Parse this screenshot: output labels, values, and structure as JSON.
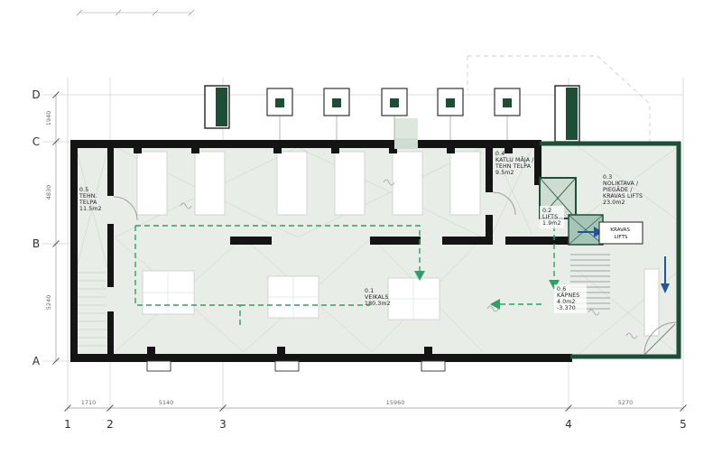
{
  "grid": {
    "rows": [
      "D",
      "C",
      "B",
      "A"
    ],
    "cols": [
      "1",
      "2",
      "3",
      "4",
      "5"
    ]
  },
  "dims": {
    "left": [
      "1940",
      "4830",
      "5240"
    ],
    "bottom": [
      "1710",
      "5140",
      "15960",
      "5270"
    ]
  },
  "rooms": {
    "r01": {
      "lines": [
        "0.1",
        "VEIKALS",
        "180.3m2"
      ]
    },
    "r02": {
      "lines": [
        "0.2",
        "LIFTS",
        "1.9m2"
      ]
    },
    "r03": {
      "lines": [
        "0.3",
        "NOLIKTAVA /",
        "PIEGĀDE /",
        "KRAVAS LIFTS",
        "23.0m2"
      ]
    },
    "r04": {
      "lines": [
        "0.4",
        "KATLU MĀJA /",
        "TEHN TELPA",
        "9.5m2"
      ]
    },
    "r05": {
      "lines": [
        "0.5",
        "TEHN.",
        "TELPA",
        "11.5m2"
      ]
    },
    "r06": {
      "lines": [
        "0.6",
        "KĀPNES",
        "4.0m2",
        "-3.370"
      ]
    },
    "kravas": {
      "lines": [
        "KRAVAS",
        "LIFTS"
      ]
    }
  },
  "colors": {
    "wall": "#141414",
    "accent_green": "#1d4f38",
    "route_green": "#2f9e68",
    "arrow_blue": "#24549e",
    "floor": "#e8ede8",
    "lift_fill": "#cfdcd2",
    "freight_lift_fill": "#a6c4b8"
  }
}
